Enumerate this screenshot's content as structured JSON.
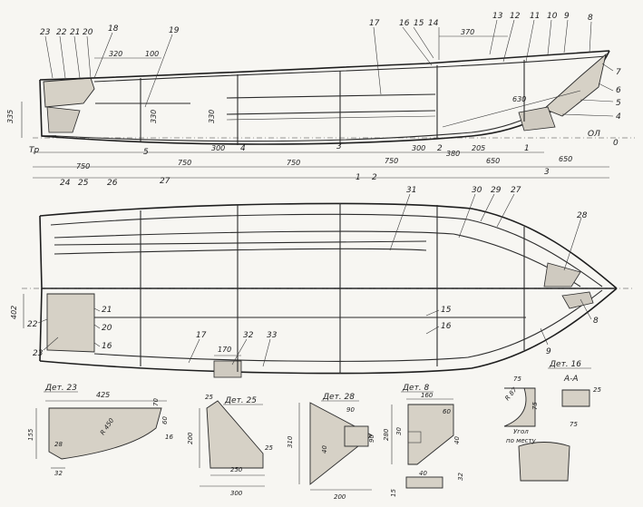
{
  "side_view": {
    "callouts": [
      "23",
      "22",
      "21",
      "20",
      "18",
      "19",
      "17",
      "16",
      "15",
      "14",
      "13",
      "12",
      "11",
      "10",
      "9",
      "8",
      "7",
      "6",
      "5",
      "4",
      "3"
    ],
    "dims": {
      "d320": "320",
      "d100": "100",
      "d370": "370",
      "d630": "630",
      "d335": "335",
      "d330a": "330",
      "d330b": "330",
      "d300a": "300",
      "d300b": "300",
      "d380": "380",
      "d205": "205",
      "d750a": "750",
      "d750b": "750",
      "d750c": "750",
      "d750d": "750",
      "d650a": "650",
      "d650b": "650"
    },
    "bottom_labels": {
      "tr": "Тр",
      "n24": "24",
      "n25": "25",
      "n26": "26",
      "n27": "27",
      "s5": "5",
      "s4": "4",
      "s3": "3",
      "s1": "1",
      "s2": "2",
      "s2b": "2",
      "s1b": "1",
      "s0": "0",
      "ol": "ОЛ"
    }
  },
  "plan_view": {
    "top_labels": {
      "n31": "31",
      "n30": "30",
      "n29": "29",
      "n27": "27",
      "n28": "28"
    },
    "bottom_labels": {
      "d402": "402",
      "n22": "22",
      "n21": "21",
      "n20": "20",
      "n16": "16",
      "n23": "23",
      "n17": "17",
      "n32": "32",
      "n33": "33",
      "d170": "170",
      "n15": "15",
      "n16b": "16",
      "n8": "8",
      "n9": "9"
    }
  },
  "details": {
    "det23": {
      "title": "Дет. 23",
      "d425": "425",
      "d70": "70",
      "d60": "60",
      "d16": "16",
      "d155": "155",
      "d28": "28",
      "d32": "32",
      "dr": "R 450"
    },
    "det25": {
      "title": "Дет. 25",
      "d25": "25",
      "d200": "200",
      "d250": "250",
      "d300": "300"
    },
    "det28": {
      "title": "Дет. 28",
      "d310": "310",
      "d90a": "90",
      "d90b": "90",
      "d40": "40",
      "d200": "200"
    },
    "det8": {
      "title": "Дет. 8",
      "d160": "160",
      "d60": "60",
      "d280": "280",
      "d30": "30",
      "d40": "40",
      "d32": "32",
      "d15": "15"
    },
    "det16": {
      "title": "Дет. 16",
      "d75a": "75",
      "d75b": "75",
      "d87": "R 87",
      "section": "А-А",
      "d25": "25",
      "d75c": "75",
      "note1": "Угол",
      "note2": "по месту"
    }
  }
}
